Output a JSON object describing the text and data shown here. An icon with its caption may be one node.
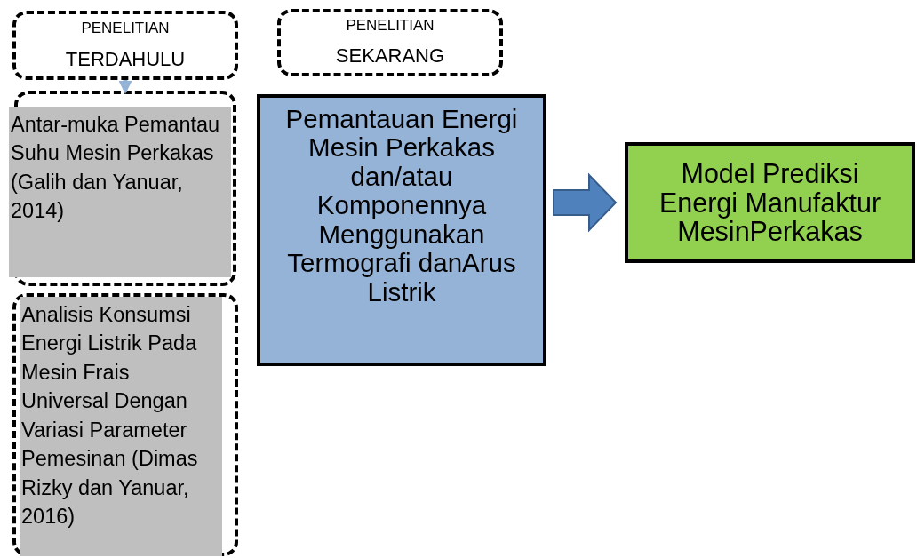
{
  "diagram": {
    "nodes": [
      {
        "text": [
          "PENELITIAN",
          "TERDAHULU"
        ]
      },
      {
        "text": [],
        "shape": "box"
      },
      {
        "text": [
          "Antar-muka Pemantau Suhu Mesin Perkakas (Galih dan Yanuar, 2014)"
        ],
        "in": 1
      },
      {
        "text": [],
        "shape": "box"
      },
      {
        "text": [
          "Analisis Konsumsi Energi Listrik Pada Mesin Frais Universal Dengan Variasi Parameter Pemesinan (Dimas Rizky dan Yanuar, 2016)"
        ],
        "in": 3
      },
      {
        "text": [
          "PENELITIAN",
          "SEKARANG"
        ]
      },
      {
        "text": [
          "Pemantauan Energi Mesin Perkakas dan/atau Komponennya Menggunakan Termografi danArus Listrik"
        ]
      },
      {
        "text": [
          "Model Prediksi Energi Manufaktur MesinPerkakas"
        ]
      }
    ],
    "edges": [
      {
        "from": 0,
        "to": 1,
        "arrow": "to",
        "color": "#95b3d7"
      },
      {
        "from": 6,
        "to": 7,
        "arrow": "to",
        "style": "thick",
        "color": "#4f81bd"
      }
    ]
  }
}
